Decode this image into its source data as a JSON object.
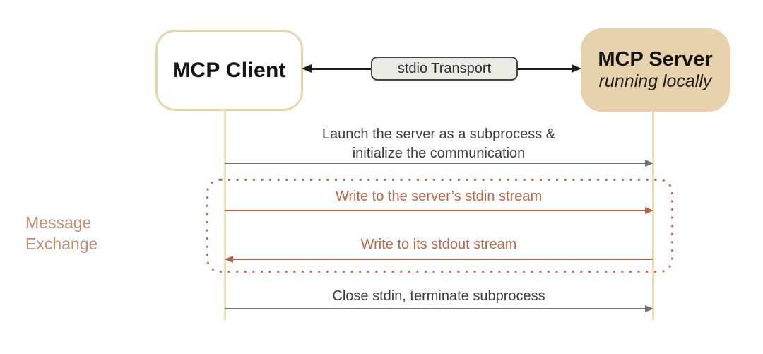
{
  "actors": {
    "client": {
      "label": "MCP Client"
    },
    "server": {
      "label": "MCP Server",
      "sublabel": "running locally"
    }
  },
  "transport": {
    "label": "stdio Transport"
  },
  "message_exchange": {
    "label": "Message Exchange"
  },
  "messages": [
    {
      "line1": "Launch the server as a subprocess &",
      "line2": "initialize the communication",
      "from": "client",
      "to": "server"
    },
    {
      "text": "Write to the server’s stdin stream",
      "from": "client",
      "to": "server"
    },
    {
      "text": "Write to its stdout stream",
      "from": "server",
      "to": "client"
    },
    {
      "text": "Close stdin, terminate subprocess",
      "from": "client",
      "to": "server"
    }
  ],
  "colors": {
    "tan_border": "#ecd4a8",
    "tan_fill": "#e8d2ab",
    "lifeline": "#f0dcb6",
    "terracotta_arrow": "#b95f45",
    "terracotta_text": "#bd6349",
    "dotted_border": "#c2735a",
    "side_label": "#c98b72",
    "gray_arrow": "#6f6f6f",
    "dark_text": "#3d3d3d",
    "black_arrow": "#1c1c1c",
    "transport_fill": "#ebebe6"
  }
}
